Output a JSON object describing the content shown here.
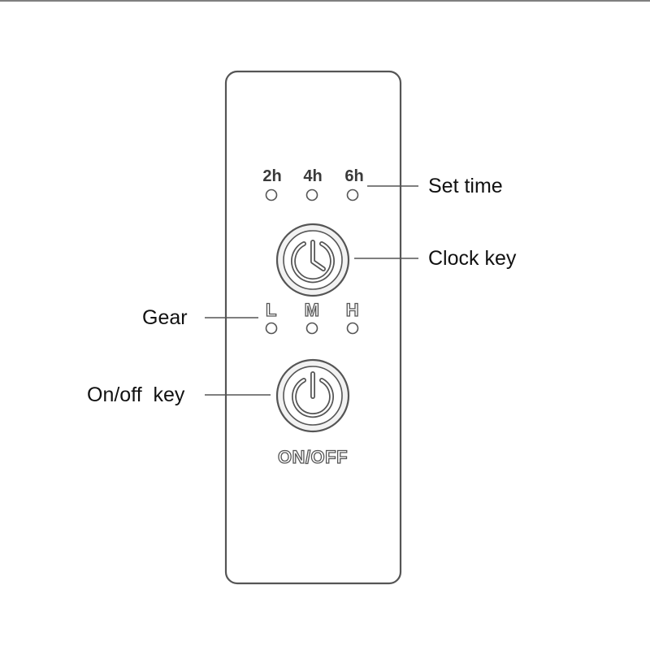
{
  "remote": {
    "timer_labels": [
      "2h",
      "4h",
      "6h"
    ],
    "gear_labels": [
      "L",
      "M",
      "H"
    ],
    "onoff_label": "ON/OFF"
  },
  "callouts": {
    "set_time": "Set time",
    "clock_key": "Clock key",
    "gear": "Gear",
    "onoff_key": "On/off  key"
  },
  "colors": {
    "outline": "#555555",
    "text": "#111111",
    "button_fill": "#f2f2f2"
  }
}
